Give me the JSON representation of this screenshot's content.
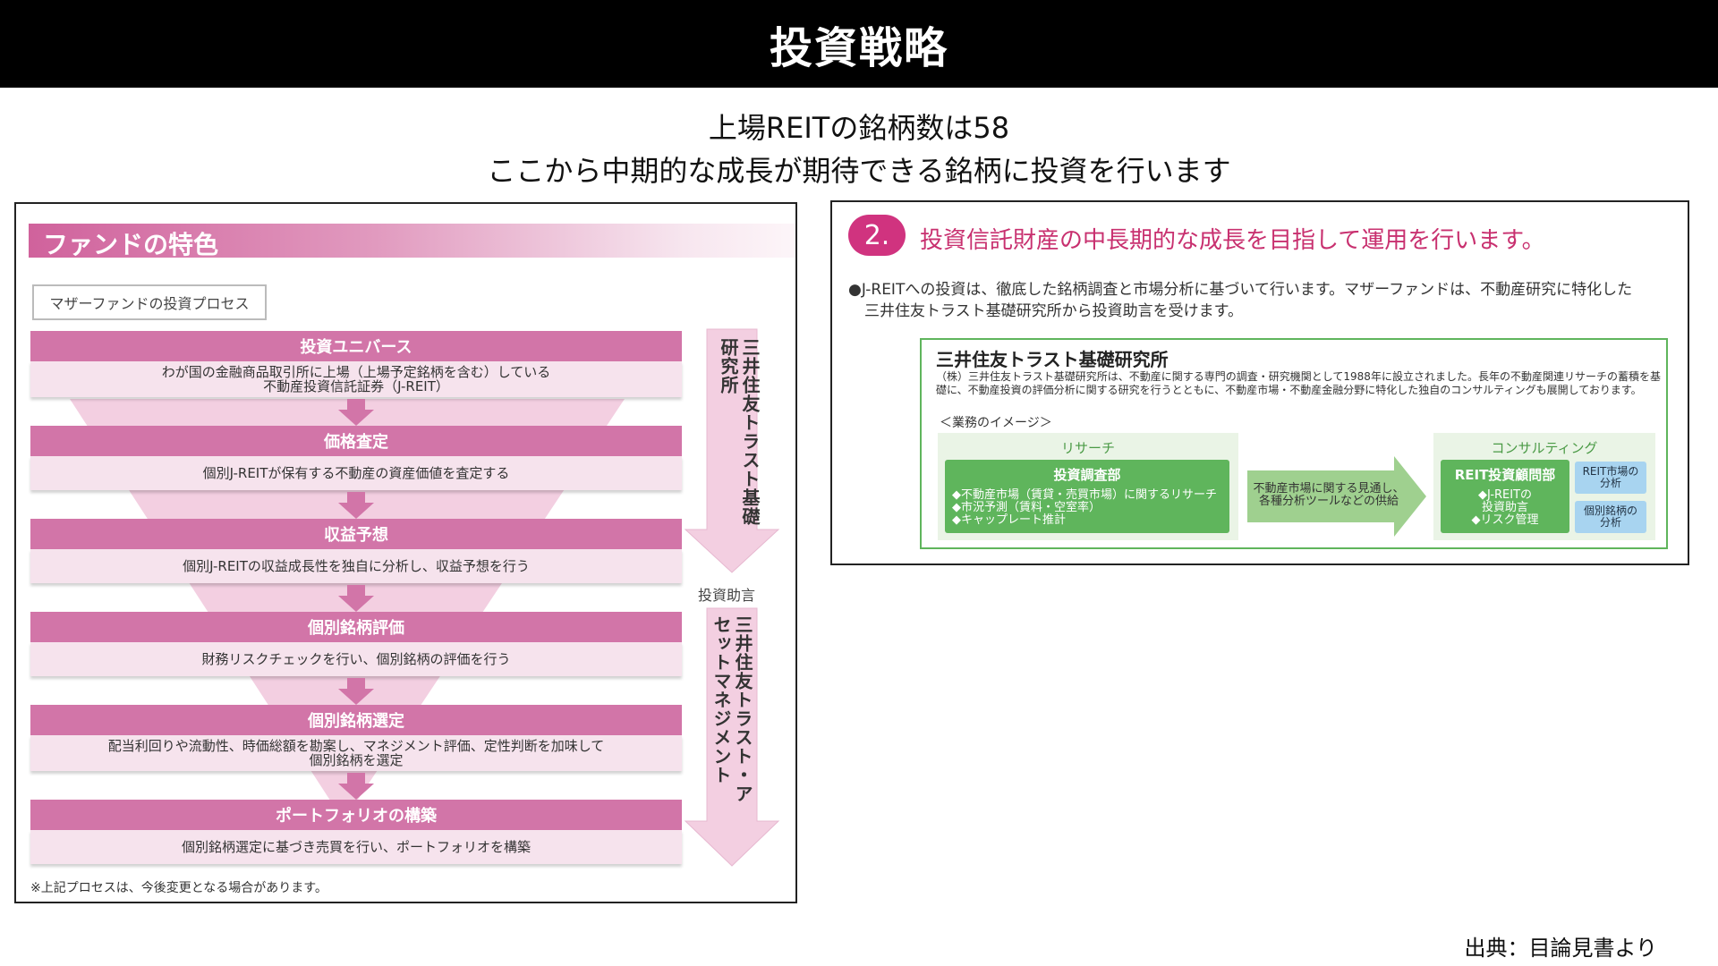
{
  "header": {
    "title": "投資戦略"
  },
  "subtitle": {
    "line1": "上場REITの銘柄数は58",
    "line2": "ここから中期的な成長が期待できる銘柄に投資を行います"
  },
  "left_panel": {
    "heading": "ファンドの特色",
    "process_label": "マザーファンドの投資プロセス",
    "steps": [
      {
        "title": "投資ユニバース",
        "desc_lines": [
          "わが国の金融商品取引所に上場（上場予定銘柄を含む）している",
          "不動産投資信託証券（J-REIT）"
        ]
      },
      {
        "title": "価格査定",
        "desc_lines": [
          "個別J-REITが保有する不動産の資産価値を査定する"
        ]
      },
      {
        "title": "収益予想",
        "desc_lines": [
          "個別J-REITの収益成長性を独自に分析し、収益予想を行う"
        ]
      },
      {
        "title": "個別銘柄評価",
        "desc_lines": [
          "財務リスクチェックを行い、個別銘柄の評価を行う"
        ]
      },
      {
        "title": "個別銘柄選定",
        "desc_lines": [
          "配当利回りや流動性、時価総額を勘案し、マネジメント評価、定性判断を加味して",
          "個別銘柄を選定"
        ]
      },
      {
        "title": "ポートフォリオの構築",
        "desc_lines": [
          "個別銘柄選定に基づき売買を行い、ポートフォリオを構築"
        ]
      }
    ],
    "side_arrow_top": "三井住友トラスト基礎研究所",
    "advice_label": "投資助言",
    "side_arrow_bottom": "三井住友トラスト・アセットマネジメント",
    "footnote": "※上記プロセスは、今後変更となる場合があります。",
    "colors": {
      "step_head": "#d275a8",
      "step_body": "#f6e3ed",
      "funnel": "#f3cfe1"
    }
  },
  "right_panel": {
    "badge": "2.",
    "heading": "投資信託財産の中長期的な成長を目指して運用を行います。",
    "bullet_line1": "●J-REITへの投資は、徹底した銘柄調査と市場分析に基づいて行います。マザーファンドは、不動産研究に特化した",
    "bullet_line2": "三井住友トラスト基礎研究所から投資助言を受けます。",
    "institute": {
      "title": "三井住友トラスト基礎研究所",
      "desc": "（株）三井住友トラスト基礎研究所は、不動産に関する専門の調査・研究機関として1988年に設立されました。長年の不動産関連リサーチの蓄積を基礎に、不動産投資の評価分析に関する研究を行うとともに、不動産市場・不動産金融分野に特化した独自のコンサルティングも展開しております。",
      "image_label": "＜業務のイメージ＞",
      "research": {
        "zone_label": "リサーチ",
        "box_title": "投資調査部",
        "items": [
          "◆不動産市場（賃貸・売買市場）に関するリサーチ",
          "◆市況予測（賃料・空室率）",
          "◆キャップレート推計"
        ]
      },
      "arrow_text_lines": [
        "不動産市場に関する見通し、",
        "各種分析ツールなどの供給"
      ],
      "consulting": {
        "zone_label": "コンサルティング",
        "box_title": "REIT投資顧問部",
        "items": [
          "◆J-REITの",
          "投資助言",
          "◆リスク管理"
        ],
        "blue_boxes": [
          {
            "lines": [
              "REIT市場の",
              "分析"
            ]
          },
          {
            "lines": [
              "個別銘柄の",
              "分析"
            ]
          }
        ]
      }
    }
  },
  "source": "出典：目論見書より"
}
